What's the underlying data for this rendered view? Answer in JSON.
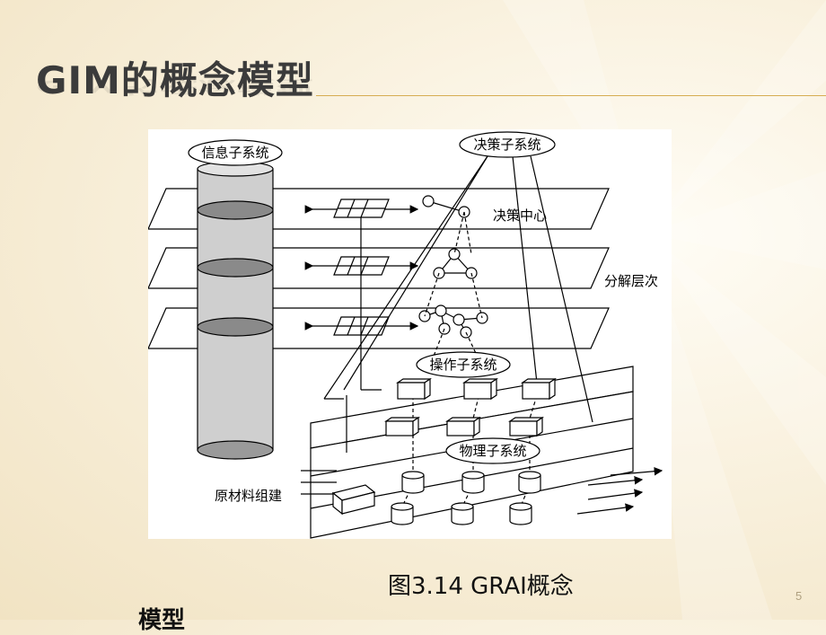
{
  "slide": {
    "title": "GIM的概念模型",
    "caption_line1": "图3.14  GRAI概念",
    "caption_line2": "模型",
    "page_number": "5"
  },
  "diagram": {
    "labels": {
      "info_subsystem": "信息子系统",
      "decision_subsystem": "决策子系统",
      "decision_center": "决策中心",
      "decomposition_levels": "分解层次",
      "operation_subsystem": "操作子系统",
      "physical_subsystem": "物理子系统",
      "raw_materials": "原材料组建"
    }
  },
  "colors": {
    "title": "#3b3b3b",
    "rule": "#d6ad52",
    "background": "#f6ebd2",
    "figure_background": "#ffffff",
    "cylinder_fill": "#c9c9c9",
    "disk_fill": "#8a8a8a"
  }
}
